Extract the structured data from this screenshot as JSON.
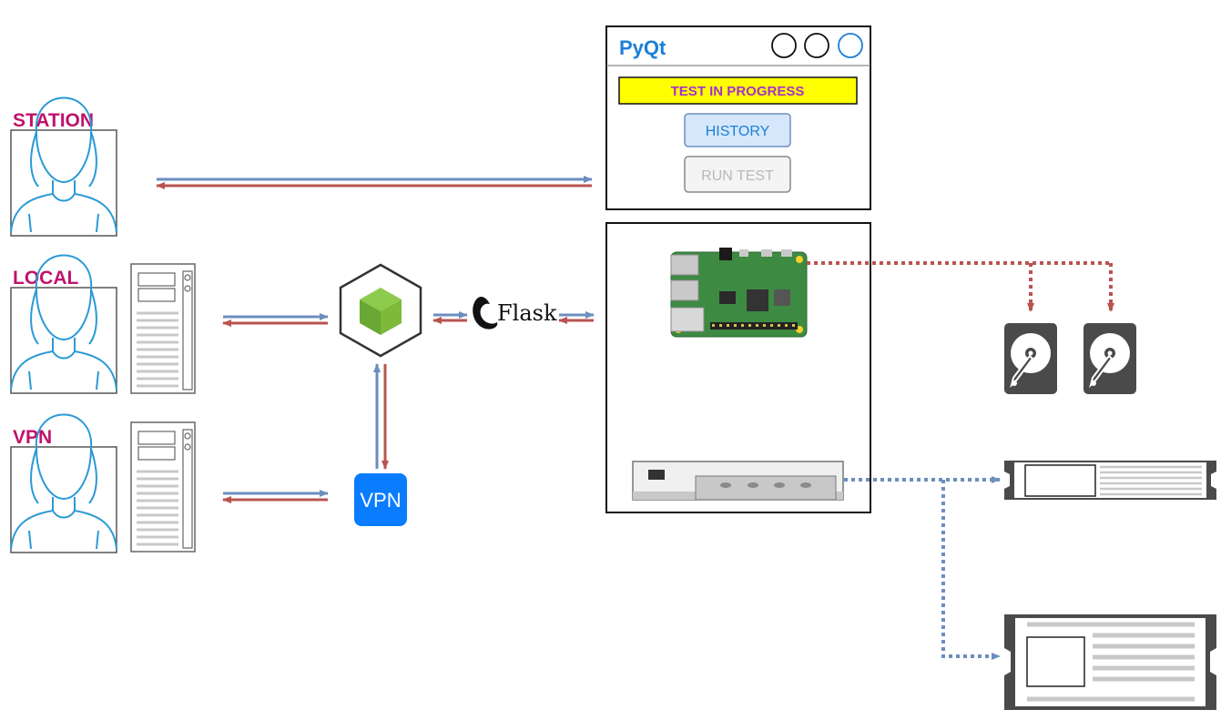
{
  "users": [
    {
      "label": "STATION"
    },
    {
      "label": "LOCAL"
    },
    {
      "label": "VPN"
    }
  ],
  "app_window": {
    "title": "PyQt",
    "status": "TEST IN PROGRESS",
    "history_button": "HISTORY",
    "run_test_button": "RUN TEST"
  },
  "flask": {
    "label": "Flask"
  },
  "vpn_badge": {
    "label": "VPN"
  },
  "colors": {
    "user_label": "#c0136b",
    "pyqt_title": "#1c7fd6",
    "status_bg": "#ffff00",
    "status_text": "#a532c8",
    "history_bg": "#d6e7fb",
    "history_text": "#1c7fd6",
    "run_test_text": "#b8b8b8",
    "arrow_blue": "#6c8ebf",
    "arrow_red": "#b85450",
    "vpn_badge": "#0a7cff",
    "node_green": "#7dba3a"
  },
  "icons": [
    "user-avatar-icon",
    "server-tower-icon",
    "node-cube-icon",
    "flask-horn-icon",
    "raspberry-pi-board-icon",
    "hard-drive-icon",
    "rack-server-icon"
  ]
}
